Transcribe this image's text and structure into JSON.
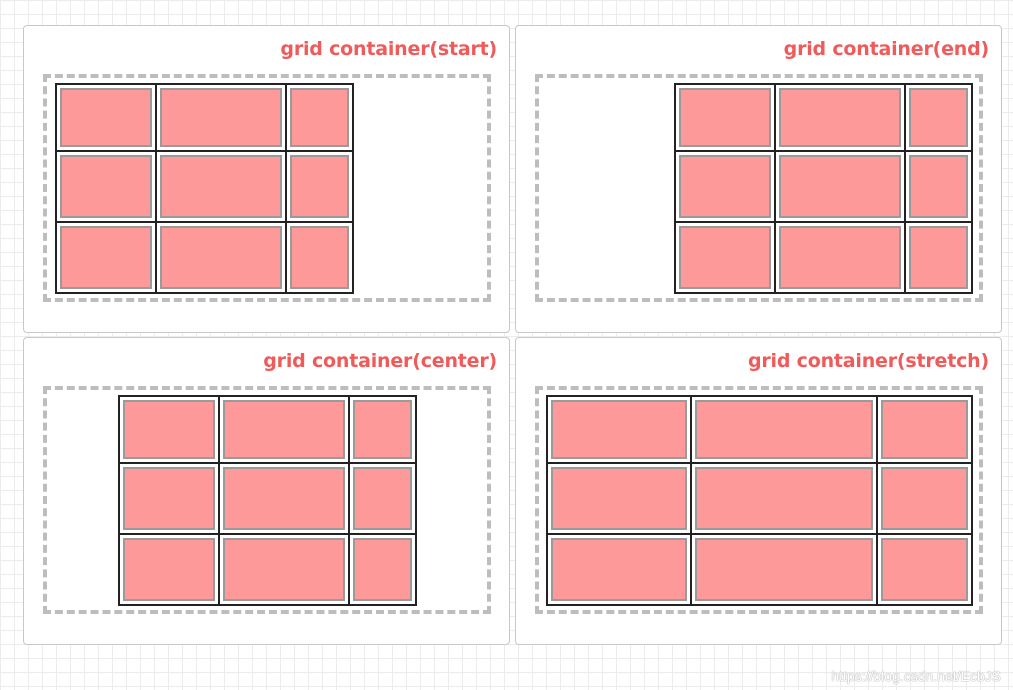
{
  "panels": {
    "start": {
      "title": "grid container(start)"
    },
    "end": {
      "title": "grid container(end)"
    },
    "center": {
      "title": "grid container(center)"
    },
    "stretch": {
      "title": "grid container(stretch)"
    }
  },
  "watermark": "https://blog.csdn.net/EcbJS",
  "colors": {
    "title": "#ef5b5b",
    "item_fill": "#fe9999",
    "item_border": "#9a9a9a",
    "dashed_outline": "#bdbdbd",
    "grid_line": "#222222"
  }
}
